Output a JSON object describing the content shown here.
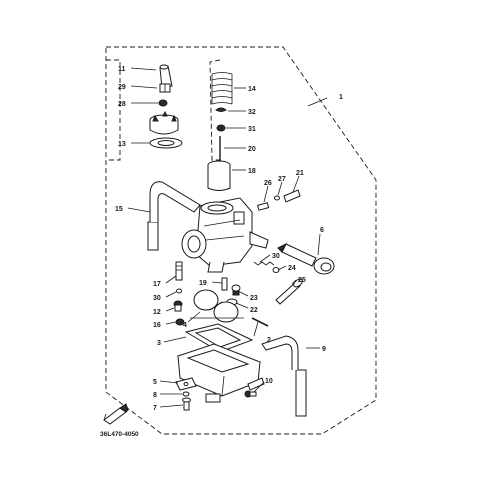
{
  "callouts": [
    {
      "id": "c1",
      "text": "1"
    },
    {
      "id": "c2",
      "text": "2"
    },
    {
      "id": "c3",
      "text": "3"
    },
    {
      "id": "c4",
      "text": "4"
    },
    {
      "id": "c5",
      "text": "5"
    },
    {
      "id": "c6",
      "text": "6"
    },
    {
      "id": "c7",
      "text": "7"
    },
    {
      "id": "c8",
      "text": "8"
    },
    {
      "id": "c9",
      "text": "9"
    },
    {
      "id": "c10",
      "text": "10"
    },
    {
      "id": "c11",
      "text": "11"
    },
    {
      "id": "c12",
      "text": "12"
    },
    {
      "id": "c13",
      "text": "13"
    },
    {
      "id": "c14",
      "text": "14"
    },
    {
      "id": "c15",
      "text": "15"
    },
    {
      "id": "c16",
      "text": "16"
    },
    {
      "id": "c17",
      "text": "17"
    },
    {
      "id": "c18",
      "text": "18"
    },
    {
      "id": "c19",
      "text": "19"
    },
    {
      "id": "c20",
      "text": "20"
    },
    {
      "id": "c21",
      "text": "21"
    },
    {
      "id": "c22",
      "text": "22"
    },
    {
      "id": "c23",
      "text": "23"
    },
    {
      "id": "c24",
      "text": "24"
    },
    {
      "id": "c25",
      "text": "25"
    },
    {
      "id": "c26",
      "text": "26"
    },
    {
      "id": "c27",
      "text": "27"
    },
    {
      "id": "c28",
      "text": "28"
    },
    {
      "id": "c29",
      "text": "29"
    },
    {
      "id": "c30a",
      "text": "30"
    },
    {
      "id": "c30b",
      "text": "30"
    },
    {
      "id": "c31",
      "text": "31"
    },
    {
      "id": "c32",
      "text": "32"
    }
  ],
  "diagram_code": "36L470-4050"
}
